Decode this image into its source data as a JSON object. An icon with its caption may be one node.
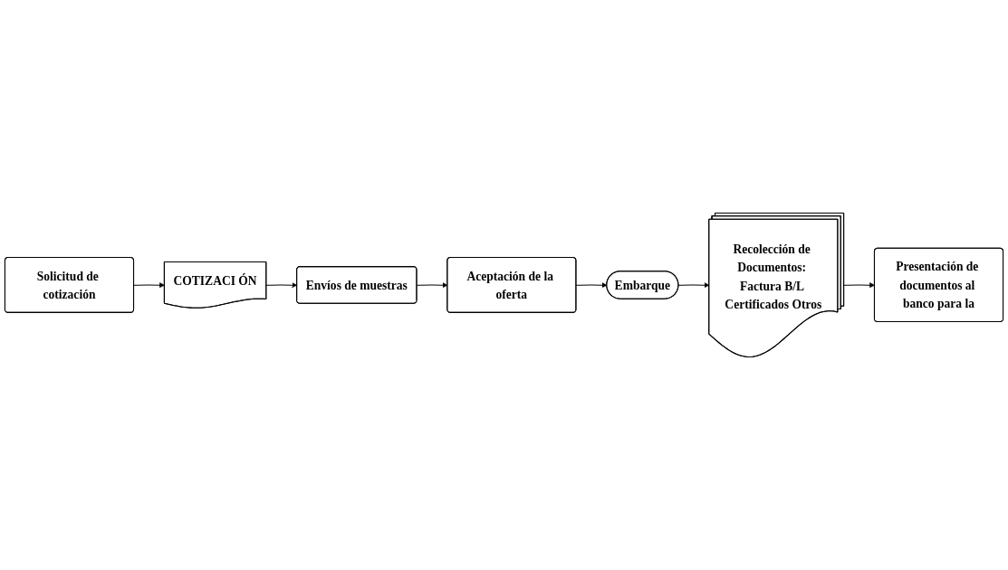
{
  "diagram": {
    "nodes": [
      {
        "text": [
          "Solicitud de cotización"
        ]
      },
      {
        "text": [
          "COTIZACI ÓN"
        ]
      },
      {
        "text": [
          "Envíos de muestras"
        ]
      },
      {
        "text": [
          "Aceptación de la oferta"
        ]
      },
      {
        "text": [
          "Embarque"
        ]
      },
      {
        "text": [
          "Recolección de Documentos: Factura B/L Certificados Otros"
        ]
      },
      {
        "text": [
          "Presentación de documentos al banco para la"
        ]
      }
    ],
    "edges": [
      {
        "from": 0,
        "to": 1,
        "arrow": "to"
      },
      {
        "from": 1,
        "to": 2,
        "arrow": "to"
      },
      {
        "from": 2,
        "to": 3,
        "arrow": "to"
      },
      {
        "from": 3,
        "to": 4,
        "arrow": "to"
      },
      {
        "from": 4,
        "to": 5,
        "arrow": "to"
      },
      {
        "from": 5,
        "to": 6,
        "arrow": "to"
      }
    ]
  }
}
